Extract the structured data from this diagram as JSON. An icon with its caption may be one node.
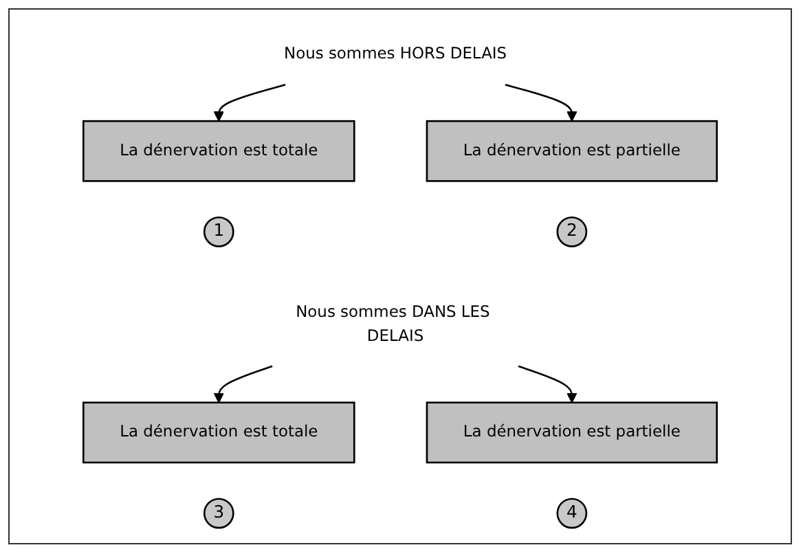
{
  "diagram": {
    "nodes": [
      {
        "text": [
          "Nous sommes HORS DELAIS"
        ]
      },
      {
        "text": [
          "La dénervation est totale"
        ]
      },
      {
        "text": [
          "1"
        ]
      },
      {
        "text": [
          "La dénervation est partielle"
        ]
      },
      {
        "text": [
          "2"
        ]
      },
      {
        "text": [
          "Nous sommes DANS LES DELAIS"
        ]
      },
      {
        "text": [
          "La dénervation est totale"
        ]
      },
      {
        "text": [
          "3"
        ]
      },
      {
        "text": [
          "La dénervation est partielle"
        ]
      },
      {
        "text": [
          "4"
        ]
      }
    ],
    "edges": [
      {
        "from": 0,
        "to": 1,
        "arrow": "to"
      },
      {
        "from": 0,
        "to": 3,
        "arrow": "to"
      },
      {
        "from": 5,
        "to": 6,
        "arrow": "to"
      },
      {
        "from": 5,
        "to": 8,
        "arrow": "to"
      }
    ]
  }
}
